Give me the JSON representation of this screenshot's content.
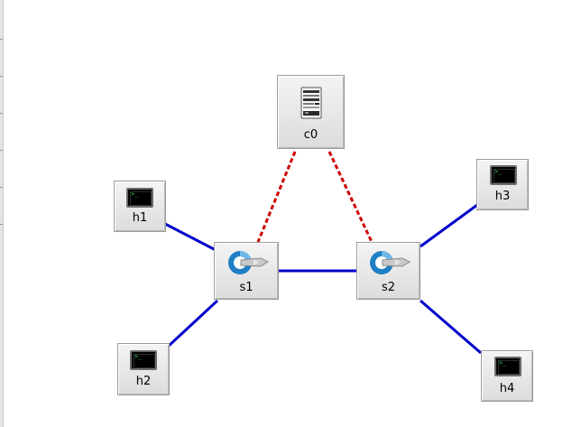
{
  "topology": {
    "controller": {
      "label": "c0",
      "icon": "server-icon"
    },
    "switches": [
      {
        "id": "s1",
        "label": "s1",
        "icon": "switch-icon"
      },
      {
        "id": "s2",
        "label": "s2",
        "icon": "switch-icon"
      }
    ],
    "hosts": [
      {
        "id": "h1",
        "label": "h1",
        "icon": "terminal-icon"
      },
      {
        "id": "h2",
        "label": "h2",
        "icon": "terminal-icon"
      },
      {
        "id": "h3",
        "label": "h3",
        "icon": "terminal-icon"
      },
      {
        "id": "h4",
        "label": "h4",
        "icon": "terminal-icon"
      }
    ],
    "links": [
      {
        "from": "h1",
        "to": "s1",
        "kind": "data"
      },
      {
        "from": "h2",
        "to": "s1",
        "kind": "data"
      },
      {
        "from": "s1",
        "to": "s2",
        "kind": "data"
      },
      {
        "from": "h3",
        "to": "s2",
        "kind": "data"
      },
      {
        "from": "h4",
        "to": "s2",
        "kind": "data"
      },
      {
        "from": "c0",
        "to": "s1",
        "kind": "control"
      },
      {
        "from": "c0",
        "to": "s2",
        "kind": "control"
      }
    ]
  },
  "colors": {
    "data_link": "#0000cc",
    "control_link": "#cc0000",
    "canvas": "#ffffff",
    "node_face": "#e6e6e6",
    "node_border": "#9c9c9c"
  }
}
